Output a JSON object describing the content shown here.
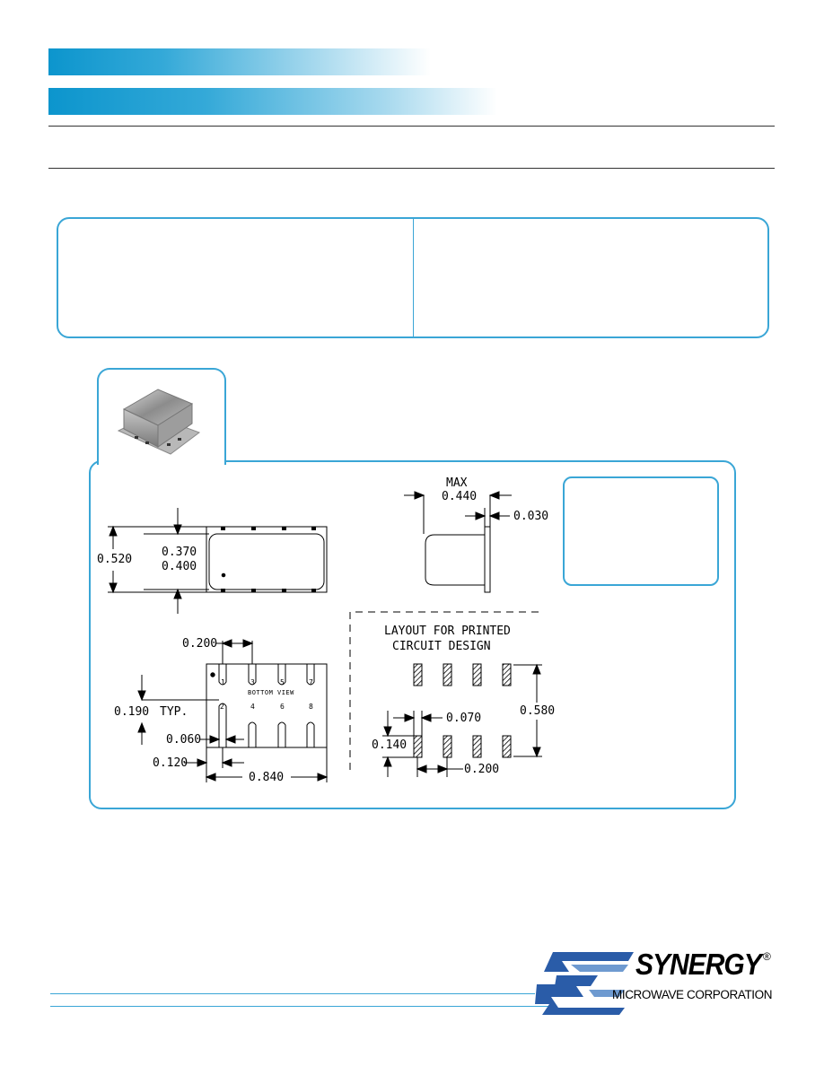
{
  "mechanical": {
    "side_view": {
      "max_label": "MAX",
      "height": "0.440",
      "flange": "0.030"
    },
    "top_view": {
      "overall": "0.520",
      "inner_min": "0.370",
      "inner_max": "0.400"
    },
    "bottom_view": {
      "label": "BOTTOM VIEW",
      "pins": [
        "1",
        "2",
        "3",
        "4",
        "5",
        "6",
        "7",
        "8"
      ],
      "pitch": "0.200",
      "pad_height": "0.190",
      "typ": "TYP.",
      "pad_width": "0.060",
      "edge": "0.120",
      "length": "0.840"
    },
    "pcb_layout": {
      "title_line1": "LAYOUT FOR PRINTED",
      "title_line2": "CIRCUIT DESIGN",
      "row_spacing": "0.580",
      "pad_width": "0.070",
      "pad_height": "0.140",
      "pitch": "0.200"
    }
  },
  "logo": {
    "brand": "SYNERGY",
    "registered": "®",
    "subtitle": "MICROWAVE CORPORATION"
  },
  "colors": {
    "accent": "#0c95cd",
    "border": "#3aa6d6",
    "logo_blue": "#2a5ca8",
    "logo_light": "#3f7fc4"
  }
}
